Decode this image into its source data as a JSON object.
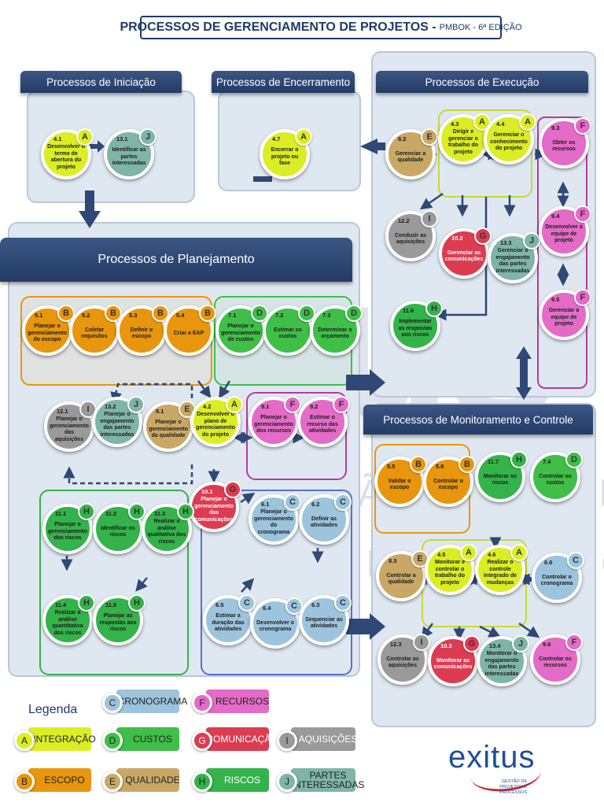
{
  "header": {
    "title": "PROCESSOS DE GERENCIAMENTO DE PROJETOS -",
    "subtitle": "PMBOK - 6ª EDIÇÃO"
  },
  "groups": {
    "iniciacao": "Processos de Iniciação",
    "encerramento": "Processos de Encerramento",
    "execucao": "Processos de Execução",
    "planejamento": "Processos de Planejamento",
    "monitoramento": "Processos de Monitoramento e Controle"
  },
  "colors": {
    "A": "#dbee25",
    "B": "#e8960e",
    "C": "#9cc4dd",
    "D": "#3fbf48",
    "E": "#c9a866",
    "F": "#e46bc7",
    "G": "#dc3c52",
    "H": "#34b34a",
    "I": "#9a9a9a",
    "J": "#7fb5a8"
  },
  "processes": [
    {
      "id": "p41",
      "num": "4.1",
      "area": "A",
      "label": "Desenvolver o termo de abertura do projeto"
    },
    {
      "id": "p131",
      "num": "13.1",
      "area": "J",
      "label": "Identificar as partes interessadas"
    },
    {
      "id": "p47",
      "num": "4.7",
      "area": "A",
      "label": "Encerrar o projeto ou fase"
    },
    {
      "id": "p82",
      "num": "8.2",
      "area": "E",
      "label": "Gerenciar a qualidade"
    },
    {
      "id": "p43",
      "num": "4.3",
      "area": "A",
      "label": "Dirigir e gerenciar o trabalho do projeto"
    },
    {
      "id": "p44",
      "num": "4.4",
      "area": "A",
      "label": "Gerenciar o conhecimento do projeto"
    },
    {
      "id": "p93",
      "num": "9.3",
      "area": "F",
      "label": "Obter os recursos"
    },
    {
      "id": "p122",
      "num": "12.2",
      "area": "I",
      "label": "Conduzir as aquisições"
    },
    {
      "id": "p102",
      "num": "10.2",
      "area": "G",
      "label": "Gerenciar as comunicações"
    },
    {
      "id": "p133",
      "num": "13.3",
      "area": "J",
      "label": "Gerenciar o engajamento das partes interessadas"
    },
    {
      "id": "p94",
      "num": "9.4",
      "area": "F",
      "label": "Desenvolver a equipe de projeto"
    },
    {
      "id": "p116",
      "num": "11.6",
      "area": "H",
      "label": "Implementar as respostas aos riscos"
    },
    {
      "id": "p95",
      "num": "9.5",
      "area": "F",
      "label": "Gerenciar a equipe de projeto"
    },
    {
      "id": "p51",
      "num": "5.1",
      "area": "B",
      "label": "Planejar o gerenciamento do escopo"
    },
    {
      "id": "p52",
      "num": "5.2",
      "area": "B",
      "label": "Coletar requisitos"
    },
    {
      "id": "p53",
      "num": "5.3",
      "area": "B",
      "label": "Definir o escopo"
    },
    {
      "id": "p54",
      "num": "5.4",
      "area": "B",
      "label": "Criar a EAP"
    },
    {
      "id": "p71",
      "num": "7.1",
      "area": "D",
      "label": "Planejar o gerenciamento de custos"
    },
    {
      "id": "p72",
      "num": "7.2",
      "area": "D",
      "label": "Estimar os custos"
    },
    {
      "id": "p73",
      "num": "7.3",
      "area": "D",
      "label": "Determinar o orçamento"
    },
    {
      "id": "p121",
      "num": "12.1",
      "area": "I",
      "label": "Planejar o gerenciamento das aquisições"
    },
    {
      "id": "p132",
      "num": "13.2",
      "area": "J",
      "label": "Planejar o engajamento das partes interessadas"
    },
    {
      "id": "p81",
      "num": "8.1",
      "area": "E",
      "label": "Planejar o gerenciamento da qualidade"
    },
    {
      "id": "p42",
      "num": "4.2",
      "area": "A",
      "label": "Desenvolver o plano de gerenciamento do projeto"
    },
    {
      "id": "p91",
      "num": "9.1",
      "area": "F",
      "label": "Planejar o gerenciamento dos recursos"
    },
    {
      "id": "p92",
      "num": "9.2",
      "area": "F",
      "label": "Estimar o recurso das atividades"
    },
    {
      "id": "p101",
      "num": "10.1",
      "area": "G",
      "label": "Planejar o gerenciamento das comunicações"
    },
    {
      "id": "p111",
      "num": "11.1",
      "area": "H",
      "label": "Planejar o gerenciamento dos riscos"
    },
    {
      "id": "p112",
      "num": "11.2",
      "area": "H",
      "label": "Identificar os riscos"
    },
    {
      "id": "p113",
      "num": "11.3",
      "area": "H",
      "label": "Realizar a análise qualitativa dos riscos"
    },
    {
      "id": "p114",
      "num": "11.4",
      "area": "H",
      "label": "Realizar a análise quantitativa dos riscos"
    },
    {
      "id": "p115",
      "num": "11.5",
      "area": "H",
      "label": "Planejar as respostas aos riscos"
    },
    {
      "id": "p61",
      "num": "6.1",
      "area": "C",
      "label": "Planejar o gerenciamento do cronograma"
    },
    {
      "id": "p62",
      "num": "6.2",
      "area": "C",
      "label": "Definir as atividades"
    },
    {
      "id": "p65",
      "num": "6.5",
      "area": "C",
      "label": "Estimar a duração das atividades"
    },
    {
      "id": "p64",
      "num": "6.4",
      "area": "C",
      "label": "Desenvolver o cronograma"
    },
    {
      "id": "p63",
      "num": "6.3",
      "area": "C",
      "label": "Sequenciar as atividades"
    },
    {
      "id": "p55",
      "num": "5.5",
      "area": "B",
      "label": "Validar o escopo"
    },
    {
      "id": "p56",
      "num": "5.6",
      "area": "B",
      "label": "Controlar o escopo"
    },
    {
      "id": "p117",
      "num": "11.7",
      "area": "H",
      "label": "Monitorar os riscos"
    },
    {
      "id": "p74",
      "num": "7.4",
      "area": "D",
      "label": "Controlar os custos"
    },
    {
      "id": "p83",
      "num": "8.3",
      "area": "E",
      "label": "Controlar a qualidade"
    },
    {
      "id": "p45",
      "num": "4.5",
      "area": "A",
      "label": "Monitorar e controlar o trabalho do projeto"
    },
    {
      "id": "p46",
      "num": "4.6",
      "area": "A",
      "label": "Realizar o controle integrado de mudanças"
    },
    {
      "id": "p66",
      "num": "6.6",
      "area": "C",
      "label": "Controlar o cronograma"
    },
    {
      "id": "p123",
      "num": "12.3",
      "area": "I",
      "label": "Controlar as aquisições"
    },
    {
      "id": "p103",
      "num": "10.3",
      "area": "G",
      "label": "Monitorar as comunicações"
    },
    {
      "id": "p134",
      "num": "13.4",
      "area": "J",
      "label": "Monitorar o engajamento das partes interessadas"
    },
    {
      "id": "p96",
      "num": "9.6",
      "area": "F",
      "label": "Controlar os recursos"
    }
  ],
  "legend": {
    "title": "Legenda",
    "items": [
      {
        "letter": "A",
        "label": "INTEGRAÇÃO"
      },
      {
        "letter": "B",
        "label": "ESCOPO"
      },
      {
        "letter": "C",
        "label": "CRONOGRAMA"
      },
      {
        "letter": "D",
        "label": "CUSTOS"
      },
      {
        "letter": "E",
        "label": "QUALIDADE"
      },
      {
        "letter": "F",
        "label": "RECURSOS"
      },
      {
        "letter": "G",
        "label": "COMUNICAÇÃO"
      },
      {
        "letter": "H",
        "label": "RISCOS"
      },
      {
        "letter": "I",
        "label": "AQUISIÇÕES"
      },
      {
        "letter": "J",
        "label": "PARTES INTERESSADAS"
      }
    ]
  },
  "logo": {
    "name": "exitus",
    "tagline": "GESTÃO DE PROJETOS E PROCESSOS"
  },
  "watermark": {
    "big": "exitus",
    "sub": "GESTÃO DE PROJETOS",
    "sub2": "E PROCESSOS"
  }
}
